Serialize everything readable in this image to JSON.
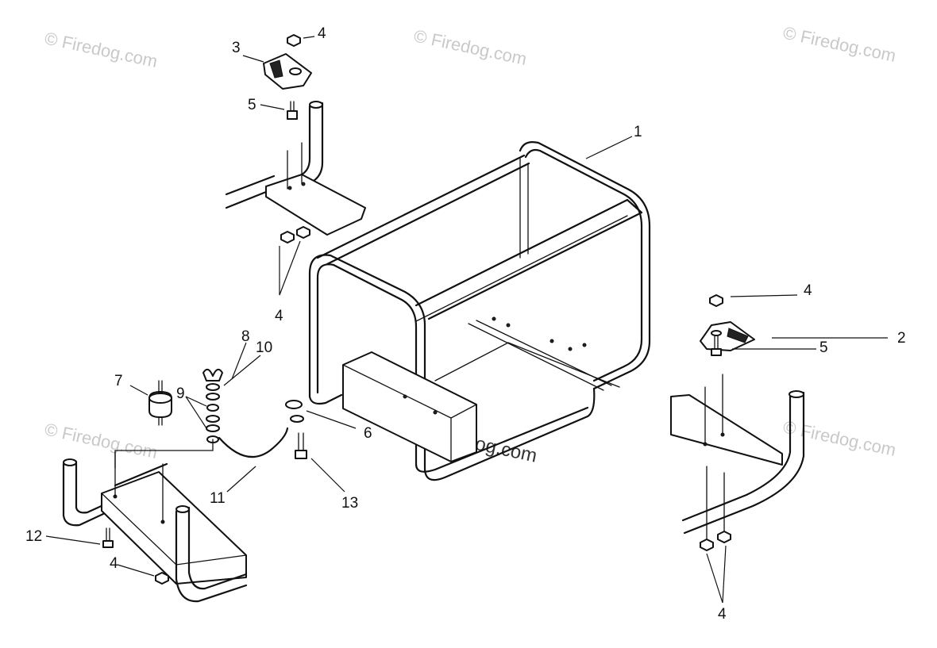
{
  "watermark": "© Firedog.com",
  "callouts": {
    "c1": "1",
    "c2": "2",
    "c3": "3",
    "c4_top": "4",
    "c4_left_bracket": "4",
    "c4_right_top": "4",
    "c4_right_bottom": "4",
    "c4_bottom_left": "4",
    "c5_top": "5",
    "c5_right": "5",
    "c6": "6",
    "c7": "7",
    "c8": "8",
    "c9": "9",
    "c10": "10",
    "c11": "11",
    "c12": "12",
    "c13": "13"
  }
}
